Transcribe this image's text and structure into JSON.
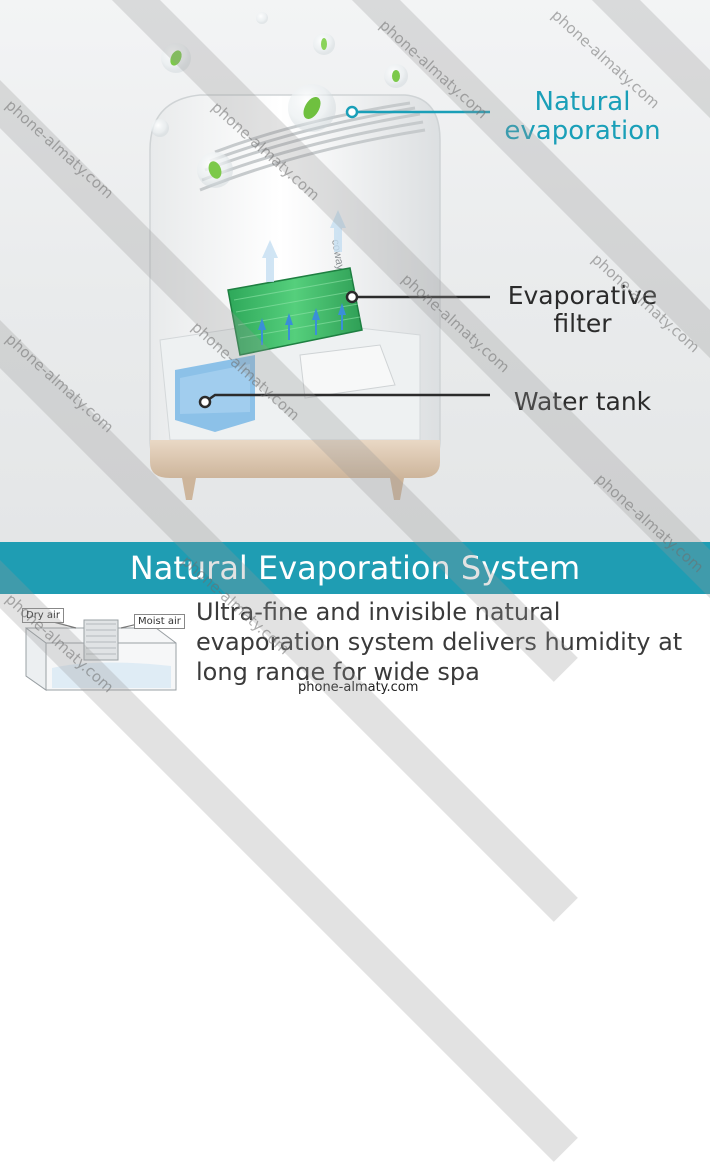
{
  "callouts": {
    "natural_evaporation": [
      "Natural",
      "evaporation"
    ],
    "evaporative_filter": [
      "Evaporative",
      "filter"
    ],
    "water_tank": "Water tank"
  },
  "product_brand": "coway",
  "banner_title": "Natural Evaporation System",
  "description": "Ultra-fine and invisible natural evaporation system delivers humidity at long range for wide spa",
  "diagram_labels": {
    "dry_air": "Dry air",
    "moist_air": "Moist air"
  },
  "site_label": "phone-almaty.com",
  "watermark_text": "phone-almaty.com",
  "colors": {
    "accent_teal": "#1f9db3",
    "callout_teal": "#1a9fb8",
    "filter_green": "#3fbf6a",
    "water_blue": "#6fb4e6",
    "base_beige": "#dcc7b0"
  },
  "icons": [
    "leaf-droplet-icon"
  ]
}
